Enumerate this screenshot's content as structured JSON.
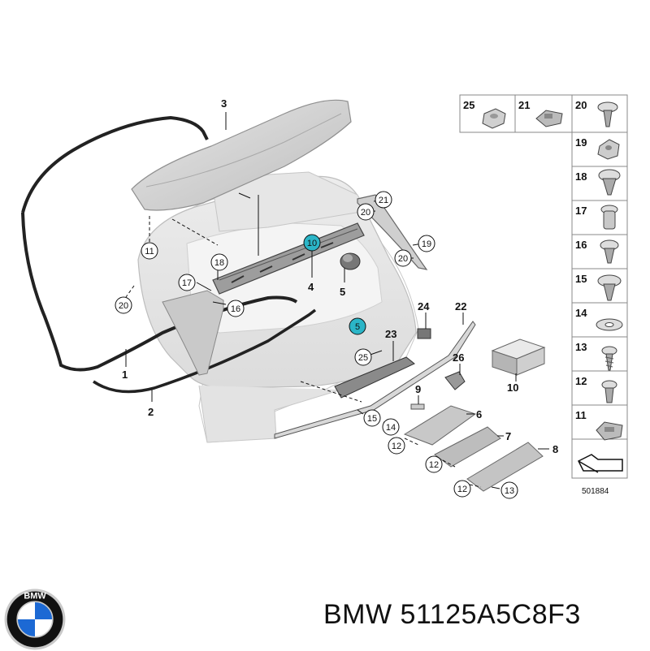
{
  "footer": {
    "part_code": "BMW 51125A5C8F3"
  },
  "logo": {
    "name": "bmw-logo",
    "letters": "BMW",
    "colors": {
      "ring": "#111111",
      "blue": "#1c69d4",
      "white": "#ffffff",
      "silver": "#c9c9c9"
    }
  },
  "diagram": {
    "reference_number": "501884",
    "callouts_plain": [
      {
        "id": "3",
        "label": "3"
      },
      {
        "id": "1",
        "label": "1"
      },
      {
        "id": "2",
        "label": "2"
      },
      {
        "id": "4",
        "label": "4"
      },
      {
        "id": "5a",
        "label": "5"
      },
      {
        "id": "24",
        "label": "24"
      },
      {
        "id": "22",
        "label": "22"
      },
      {
        "id": "23",
        "label": "23"
      },
      {
        "id": "26",
        "label": "26"
      },
      {
        "id": "9",
        "label": "9"
      },
      {
        "id": "6",
        "label": "6"
      },
      {
        "id": "7",
        "label": "7"
      },
      {
        "id": "8",
        "label": "8"
      },
      {
        "id": "10",
        "label": "10"
      }
    ],
    "callouts_circled": [
      {
        "id": "c21",
        "label": "21"
      },
      {
        "id": "c20a",
        "label": "20"
      },
      {
        "id": "c19",
        "label": "19"
      },
      {
        "id": "c20b",
        "label": "20"
      },
      {
        "id": "c11",
        "label": "11"
      },
      {
        "id": "c18",
        "label": "18"
      },
      {
        "id": "c17",
        "label": "17"
      },
      {
        "id": "c16",
        "label": "16"
      },
      {
        "id": "c20c",
        "label": "20"
      },
      {
        "id": "c25",
        "label": "25"
      },
      {
        "id": "c15",
        "label": "15"
      },
      {
        "id": "c14",
        "label": "14"
      },
      {
        "id": "c12a",
        "label": "12"
      },
      {
        "id": "c12b",
        "label": "12"
      },
      {
        "id": "c12c",
        "label": "12"
      },
      {
        "id": "c13",
        "label": "13"
      }
    ],
    "callouts_highlighted": [
      {
        "id": "h10",
        "label": "10",
        "color": "#2bb5c7"
      },
      {
        "id": "h5",
        "label": "5",
        "color": "#2bb5c7"
      }
    ],
    "parts_table": [
      {
        "id": "t25",
        "label": "25"
      },
      {
        "id": "t21",
        "label": "21"
      },
      {
        "id": "t20",
        "label": "20"
      },
      {
        "id": "t19",
        "label": "19"
      },
      {
        "id": "t18",
        "label": "18"
      },
      {
        "id": "t17",
        "label": "17"
      },
      {
        "id": "t16",
        "label": "16"
      },
      {
        "id": "t15",
        "label": "15"
      },
      {
        "id": "t14",
        "label": "14"
      },
      {
        "id": "t13",
        "label": "13"
      },
      {
        "id": "t12",
        "label": "12"
      },
      {
        "id": "t11",
        "label": "11"
      }
    ]
  }
}
